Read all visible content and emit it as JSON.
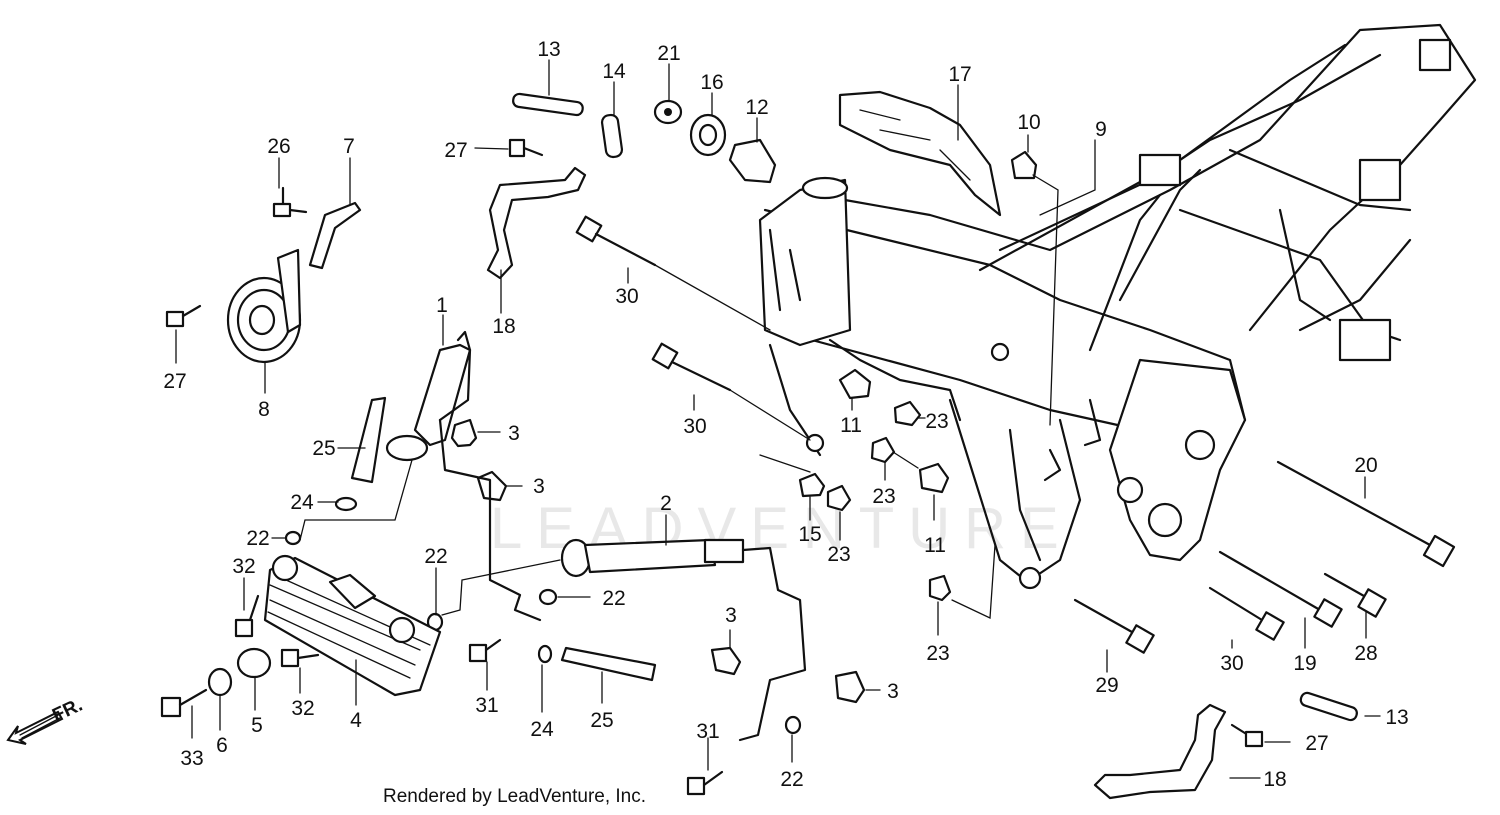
{
  "watermark": "LEADVENTURE",
  "direction_marker": {
    "label": "FR.",
    "icon": "front-direction-arrow"
  },
  "credit": "Rendered by LeadVenture, Inc.",
  "callouts": [
    {
      "id": "c13a",
      "text": "13"
    },
    {
      "id": "c14",
      "text": "14"
    },
    {
      "id": "c21",
      "text": "21"
    },
    {
      "id": "c16",
      "text": "16"
    },
    {
      "id": "c12",
      "text": "12"
    },
    {
      "id": "c17",
      "text": "17"
    },
    {
      "id": "c10",
      "text": "10"
    },
    {
      "id": "c9",
      "text": "9"
    },
    {
      "id": "c26",
      "text": "26"
    },
    {
      "id": "c7",
      "text": "7"
    },
    {
      "id": "c27a",
      "text": "27"
    },
    {
      "id": "c27b",
      "text": "27"
    },
    {
      "id": "c8",
      "text": "8"
    },
    {
      "id": "c18a",
      "text": "18"
    },
    {
      "id": "c30a",
      "text": "30"
    },
    {
      "id": "c30b",
      "text": "30"
    },
    {
      "id": "c1",
      "text": "1"
    },
    {
      "id": "c3a",
      "text": "3"
    },
    {
      "id": "c3b",
      "text": "3"
    },
    {
      "id": "c25a",
      "text": "25"
    },
    {
      "id": "c24a",
      "text": "24"
    },
    {
      "id": "c22a",
      "text": "22"
    },
    {
      "id": "c32a",
      "text": "32"
    },
    {
      "id": "c22b",
      "text": "22"
    },
    {
      "id": "c2",
      "text": "2"
    },
    {
      "id": "c22c",
      "text": "22"
    },
    {
      "id": "c11a",
      "text": "11"
    },
    {
      "id": "c23a",
      "text": "23"
    },
    {
      "id": "c23b",
      "text": "23"
    },
    {
      "id": "c15",
      "text": "15"
    },
    {
      "id": "c23c",
      "text": "23"
    },
    {
      "id": "c11b",
      "text": "11"
    },
    {
      "id": "c20",
      "text": "20"
    },
    {
      "id": "c23d",
      "text": "23"
    },
    {
      "id": "c3c",
      "text": "3"
    },
    {
      "id": "c3d",
      "text": "3"
    },
    {
      "id": "c33",
      "text": "33"
    },
    {
      "id": "c6",
      "text": "6"
    },
    {
      "id": "c5",
      "text": "5"
    },
    {
      "id": "c32b",
      "text": "32"
    },
    {
      "id": "c4",
      "text": "4"
    },
    {
      "id": "c31a",
      "text": "31"
    },
    {
      "id": "c24b",
      "text": "24"
    },
    {
      "id": "c25b",
      "text": "25"
    },
    {
      "id": "c31b",
      "text": "31"
    },
    {
      "id": "c22d",
      "text": "22"
    },
    {
      "id": "c29",
      "text": "29"
    },
    {
      "id": "c30c",
      "text": "30"
    },
    {
      "id": "c19",
      "text": "19"
    },
    {
      "id": "c28",
      "text": "28"
    },
    {
      "id": "c13b",
      "text": "13"
    },
    {
      "id": "c27c",
      "text": "27"
    },
    {
      "id": "c18b",
      "text": "18"
    }
  ]
}
